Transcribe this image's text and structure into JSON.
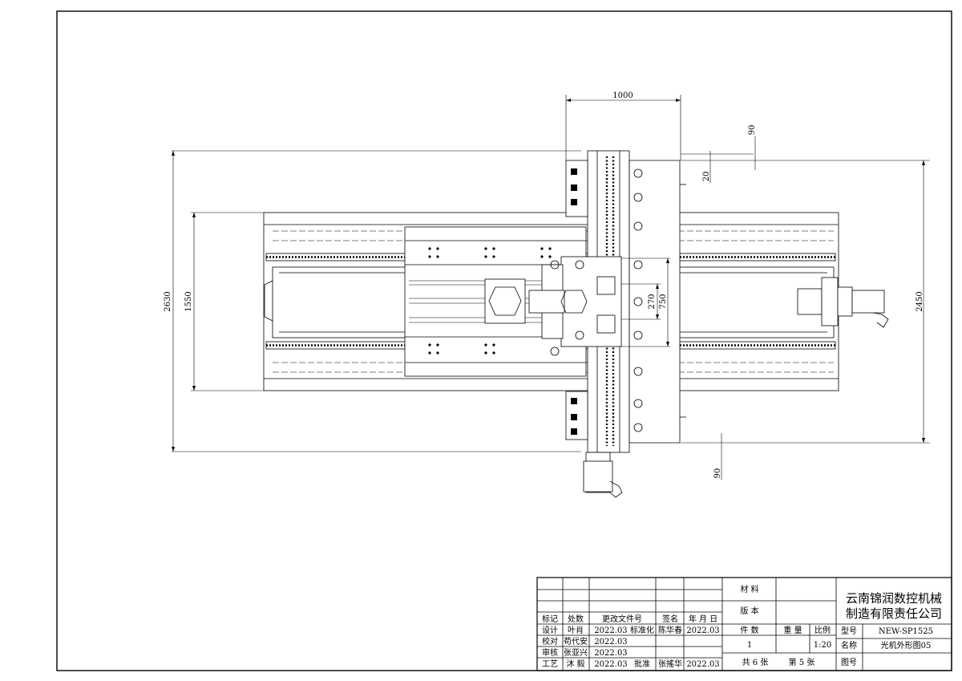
{
  "dimensions": {
    "width_top": "1000",
    "top_gap": "90",
    "top_offset": "20",
    "overall_height": "2630",
    "rail_span": "1550",
    "right_height": "2450",
    "center_inner": "270",
    "center_outer": "750",
    "bottom_gap": "90"
  },
  "title_block": {
    "company_line1": "云南锦润数控机械",
    "company_line2": "制造有限责任公司",
    "material_label": "材 料",
    "version_label": "版 本",
    "count_label": "件 数",
    "weight_label": "重 量",
    "scale_label": "比例",
    "count_value": "1",
    "scale_value": "1:20",
    "model_label": "型号",
    "model_value": "NEW-SP1525",
    "name_label": "名称",
    "name_value": "光机外形图05",
    "drawing_no_label": "图号",
    "sheets_total": "共 6 张",
    "sheet_current": "第 5 张",
    "hdr_mark": "标记",
    "hdr_count": "处数",
    "hdr_change_doc": "更改文件号",
    "hdr_sign": "签名",
    "hdr_date": "年 月 日",
    "design_label": "设计",
    "design_name": "叶肖",
    "design_date": "2022.03",
    "standard_label": "标准化",
    "standard_name": "陈华春",
    "standard_date": "2022.03",
    "check_label": "校对",
    "check_name": "苟代安",
    "check_date": "2022.03",
    "review_label": "审核",
    "review_name": "张亚兴",
    "review_date": "2022.03",
    "process_label": "工艺",
    "process_name": "沐 毅",
    "process_date": "2022.03",
    "approve_label": "批准",
    "approve_name": "张搖华",
    "approve_date": "2022.03"
  }
}
